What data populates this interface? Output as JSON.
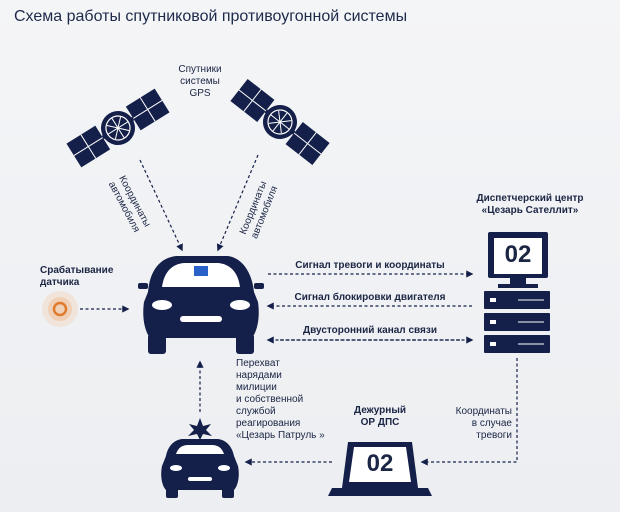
{
  "title": "Схема работы спутниковой противоугонной системы",
  "satellites": {
    "line1": "Спутники",
    "line2": "системы",
    "line3": "GPS"
  },
  "coords_left": {
    "line1": "Координаты",
    "line2": "автомобиля"
  },
  "coords_right": {
    "line1": "Координаты",
    "line2": "автомобиля"
  },
  "sensor": {
    "line1": "Срабатывание",
    "line2": "датчика"
  },
  "dispatch": {
    "line1": "Диспетчерский центр",
    "line2": "«Цезарь Сателлит»",
    "screen_number": "02"
  },
  "links": {
    "alarm": "Сигнал тревоги и координаты",
    "engine_block": "Сигнал блокировки двигателя",
    "duplex": "Двусторонний канал связи"
  },
  "intercept": {
    "line1": "Перехват",
    "line2": "нарядами",
    "line3": "милиции",
    "line4": "и собственной",
    "line5": "службой",
    "line6": "реагирования",
    "line7": "«Цезарь",
    "line8": "Патруль »"
  },
  "police_desk": {
    "line1": "Дежурный",
    "line2": "ОР ДПС",
    "screen_number": "02"
  },
  "alarm_coords": {
    "line1": "Координаты",
    "line2": "в случае",
    "line3": "тревоги"
  },
  "colors": {
    "navy": "#15204a",
    "sensor_orange": "#e07a2a",
    "background": "#f0f1f4"
  }
}
